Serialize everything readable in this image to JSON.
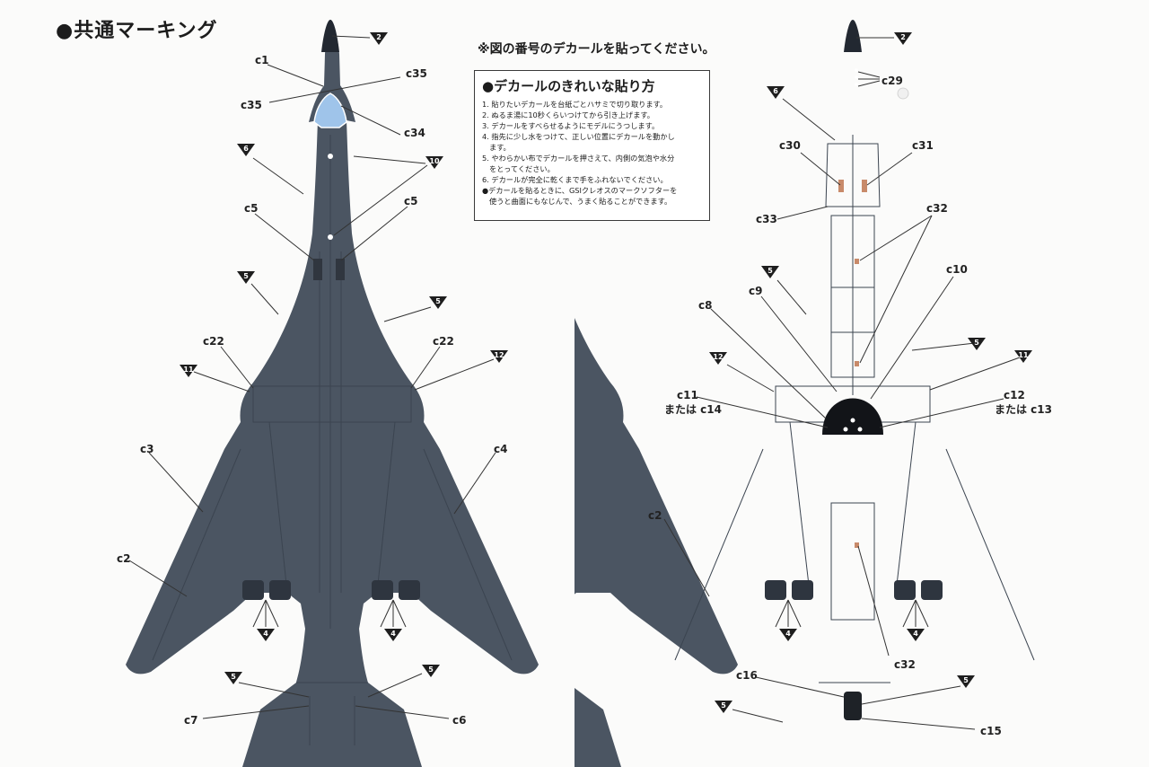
{
  "heading": "●共通マーキング",
  "note": "※図の番号のデカールを貼ってください。",
  "guide": {
    "title": "●デカールのきれいな貼り方",
    "steps": [
      "1. 貼りたいデカールを台紙ごとハサミで切り取ります。",
      "2. ぬるま湯に10秒くらいつけてから引き上げます。",
      "3. デカールをすべらせるようにモデルにうつします。",
      "4. 指先に少し水をつけて、正しい位置にデカールを動かし",
      "ます。",
      "5. やわらかい布でデカールを押さえて、内側の気泡や水分",
      "をとってください。",
      "6. デカールが完全に乾くまで手をふれないでください。",
      "●デカールを貼るときに、GSIクレオスのマークソフターを",
      "使うと曲面にもなじんで、うまく貼ることができます。"
    ]
  },
  "colors": {
    "aircraft": "#4b5562",
    "panel": "#3b4450",
    "canopy": "#9fc4ea",
    "label": "#222222"
  },
  "left_view": {
    "labels": {
      "c1": "c1",
      "c35a": "c35",
      "c35b": "c35",
      "c34": "c34",
      "c5a": "c5",
      "c5b": "c5",
      "c22a": "c22",
      "c22b": "c22",
      "c3": "c3",
      "c4": "c4",
      "c2": "c2",
      "c7": "c7",
      "c6": "c6"
    },
    "markers": {
      "m2": "2",
      "m6": "6",
      "m10": "10",
      "m5a": "5",
      "m5b": "5",
      "m11": "11",
      "m12": "12",
      "m4a": "4",
      "m4b": "4",
      "m5c": "5",
      "m5d": "5"
    }
  },
  "right_view": {
    "labels": {
      "c29": "c29",
      "c30": "c30",
      "c31": "c31",
      "c33": "c33",
      "c32a": "c32",
      "c9": "c9",
      "c10": "c10",
      "c8": "c8",
      "c11": "c11",
      "c11alt": "または c14",
      "c12": "c12",
      "c12alt": "または c13",
      "c2": "c2",
      "c32b": "c32",
      "c16": "c16",
      "c15": "c15"
    },
    "markers": {
      "m2": "2",
      "m6": "6",
      "m5a": "5",
      "m5b": "5",
      "m12": "12",
      "m11": "11",
      "m4a": "4",
      "m4b": "4",
      "m5c": "5",
      "m5d": "5"
    }
  }
}
